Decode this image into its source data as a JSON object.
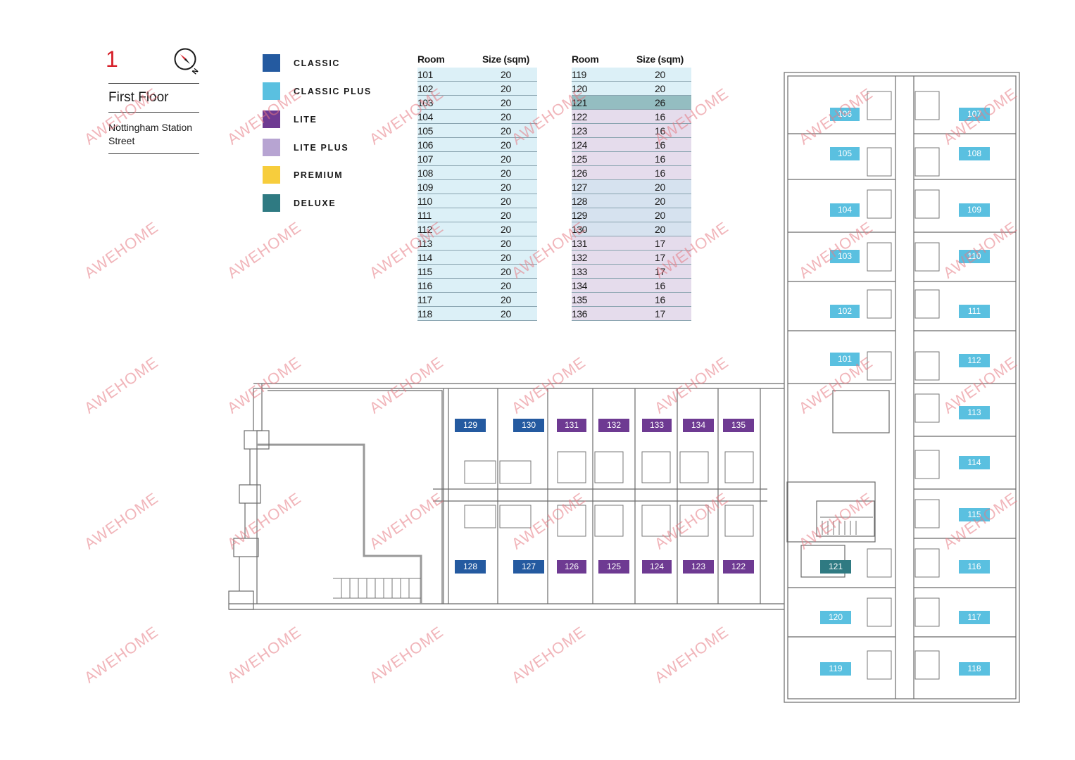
{
  "header": {
    "floor_number": "1",
    "floor_title": "First Floor",
    "building_name": "Nottingham Station Street"
  },
  "legend": [
    {
      "label": "CLASSIC",
      "color": "#245aa0"
    },
    {
      "label": "CLASSIC PLUS",
      "color": "#5ac0e0"
    },
    {
      "label": "LITE",
      "color": "#6e3a92"
    },
    {
      "label": "LITE PLUS",
      "color": "#b7a4d2"
    },
    {
      "label": "PREMIUM",
      "color": "#f7cd3c"
    },
    {
      "label": "DELUXE",
      "color": "#2f7a82"
    }
  ],
  "room_tables": [
    {
      "headers": [
        "Room",
        "Size (sqm)"
      ],
      "rows": [
        {
          "room": "101",
          "size": "20",
          "category": "CLASSIC PLUS"
        },
        {
          "room": "102",
          "size": "20",
          "category": "CLASSIC PLUS"
        },
        {
          "room": "103",
          "size": "20",
          "category": "CLASSIC PLUS"
        },
        {
          "room": "104",
          "size": "20",
          "category": "CLASSIC PLUS"
        },
        {
          "room": "105",
          "size": "20",
          "category": "CLASSIC PLUS"
        },
        {
          "room": "106",
          "size": "20",
          "category": "CLASSIC PLUS"
        },
        {
          "room": "107",
          "size": "20",
          "category": "CLASSIC PLUS"
        },
        {
          "room": "108",
          "size": "20",
          "category": "CLASSIC PLUS"
        },
        {
          "room": "109",
          "size": "20",
          "category": "CLASSIC PLUS"
        },
        {
          "room": "110",
          "size": "20",
          "category": "CLASSIC PLUS"
        },
        {
          "room": "111",
          "size": "20",
          "category": "CLASSIC PLUS"
        },
        {
          "room": "112",
          "size": "20",
          "category": "CLASSIC PLUS"
        },
        {
          "room": "113",
          "size": "20",
          "category": "CLASSIC PLUS"
        },
        {
          "room": "114",
          "size": "20",
          "category": "CLASSIC PLUS"
        },
        {
          "room": "115",
          "size": "20",
          "category": "CLASSIC PLUS"
        },
        {
          "room": "116",
          "size": "20",
          "category": "CLASSIC PLUS"
        },
        {
          "room": "117",
          "size": "20",
          "category": "CLASSIC PLUS"
        },
        {
          "room": "118",
          "size": "20",
          "category": "CLASSIC PLUS"
        }
      ]
    },
    {
      "headers": [
        "Room",
        "Size (sqm)"
      ],
      "rows": [
        {
          "room": "119",
          "size": "20",
          "category": "CLASSIC PLUS"
        },
        {
          "room": "120",
          "size": "20",
          "category": "CLASSIC PLUS"
        },
        {
          "room": "121",
          "size": "26",
          "category": "DELUXE"
        },
        {
          "room": "122",
          "size": "16",
          "category": "LITE"
        },
        {
          "room": "123",
          "size": "16",
          "category": "LITE"
        },
        {
          "room": "124",
          "size": "16",
          "category": "LITE"
        },
        {
          "room": "125",
          "size": "16",
          "category": "LITE"
        },
        {
          "room": "126",
          "size": "16",
          "category": "LITE"
        },
        {
          "room": "127",
          "size": "20",
          "category": "CLASSIC"
        },
        {
          "room": "128",
          "size": "20",
          "category": "CLASSIC"
        },
        {
          "room": "129",
          "size": "20",
          "category": "CLASSIC"
        },
        {
          "room": "130",
          "size": "20",
          "category": "CLASSIC"
        },
        {
          "room": "131",
          "size": "17",
          "category": "LITE"
        },
        {
          "room": "132",
          "size": "17",
          "category": "LITE"
        },
        {
          "room": "133",
          "size": "17",
          "category": "LITE"
        },
        {
          "room": "134",
          "size": "16",
          "category": "LITE"
        },
        {
          "room": "135",
          "size": "16",
          "category": "LITE"
        },
        {
          "room": "136",
          "size": "17",
          "category": "LITE"
        }
      ]
    }
  ],
  "row_fill_colors": {
    "CLASSIC PLUS": "#dcf0f7",
    "CLASSIC": "#d6e2ef",
    "LITE": "#e5dcec",
    "DELUXE": "#94bdc1"
  },
  "plan_rooms": [
    {
      "label": "106",
      "category": "CLASSIC PLUS"
    },
    {
      "label": "107",
      "category": "CLASSIC PLUS"
    },
    {
      "label": "105",
      "category": "CLASSIC PLUS"
    },
    {
      "label": "108",
      "category": "CLASSIC PLUS"
    },
    {
      "label": "104",
      "category": "CLASSIC PLUS"
    },
    {
      "label": "109",
      "category": "CLASSIC PLUS"
    },
    {
      "label": "103",
      "category": "CLASSIC PLUS"
    },
    {
      "label": "110",
      "category": "CLASSIC PLUS"
    },
    {
      "label": "102",
      "category": "CLASSIC PLUS"
    },
    {
      "label": "111",
      "category": "CLASSIC PLUS"
    },
    {
      "label": "101",
      "category": "CLASSIC PLUS"
    },
    {
      "label": "112",
      "category": "CLASSIC PLUS"
    },
    {
      "label": "113",
      "category": "CLASSIC PLUS"
    },
    {
      "label": "114",
      "category": "CLASSIC PLUS"
    },
    {
      "label": "115",
      "category": "CLASSIC PLUS"
    },
    {
      "label": "116",
      "category": "CLASSIC PLUS"
    },
    {
      "label": "117",
      "category": "CLASSIC PLUS"
    },
    {
      "label": "120",
      "category": "CLASSIC PLUS"
    },
    {
      "label": "119",
      "category": "CLASSIC PLUS"
    },
    {
      "label": "118",
      "category": "CLASSIC PLUS"
    },
    {
      "label": "121",
      "category": "DELUXE"
    },
    {
      "label": "129",
      "category": "CLASSIC"
    },
    {
      "label": "130",
      "category": "CLASSIC"
    },
    {
      "label": "131",
      "category": "LITE"
    },
    {
      "label": "132",
      "category": "LITE"
    },
    {
      "label": "133",
      "category": "LITE"
    },
    {
      "label": "134",
      "category": "LITE"
    },
    {
      "label": "135",
      "category": "LITE"
    },
    {
      "label": "128",
      "category": "CLASSIC"
    },
    {
      "label": "127",
      "category": "CLASSIC"
    },
    {
      "label": "126",
      "category": "LITE"
    },
    {
      "label": "125",
      "category": "LITE"
    },
    {
      "label": "124",
      "category": "LITE"
    },
    {
      "label": "123",
      "category": "LITE"
    },
    {
      "label": "122",
      "category": "LITE"
    }
  ],
  "watermark": "AWEHOME"
}
